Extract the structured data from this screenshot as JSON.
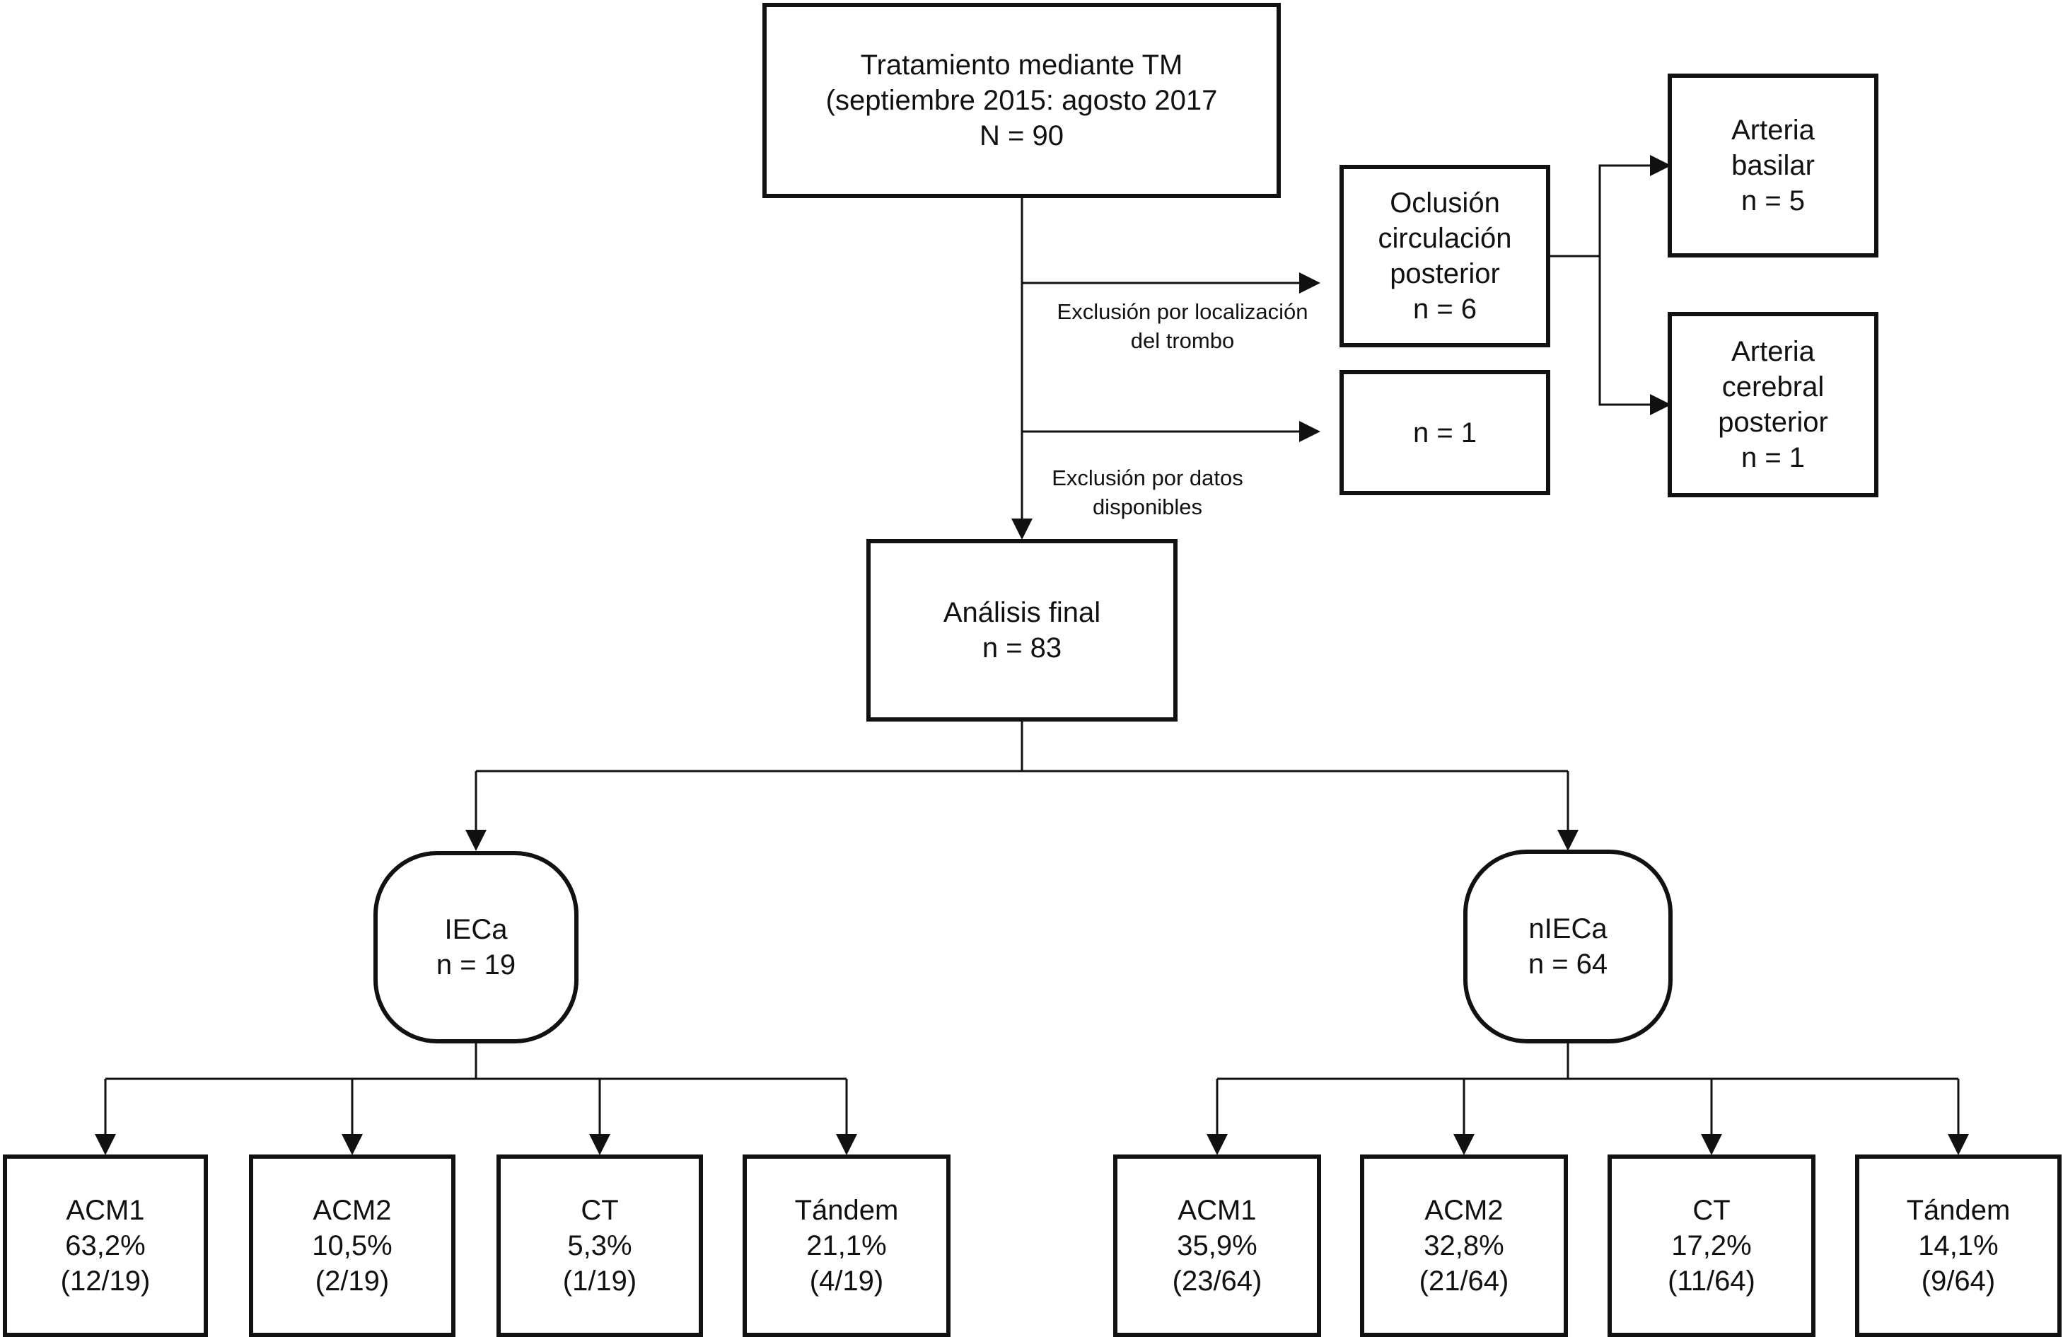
{
  "root": {
    "line1": "Tratamiento mediante TM",
    "line2": "(septiembre 2015: agosto 2017",
    "line3": "N = 90"
  },
  "exclusion_location": {
    "label_line1": "Exclusión por localización",
    "label_line2": "del trombo",
    "box": {
      "line1": "Oclusión",
      "line2": "circulación",
      "line3": "posterior",
      "line4": "n = 6"
    }
  },
  "exclusion_data": {
    "label_line1": "Exclusión por datos",
    "label_line2": "disponibles",
    "box": {
      "line1": "n = 1"
    }
  },
  "basilar": {
    "line1": "Arteria",
    "line2": "basilar",
    "line3": "n = 5"
  },
  "posterior_cerebral": {
    "line1": "Arteria",
    "line2": "cerebral",
    "line3": "posterior",
    "line4": "n = 1"
  },
  "final": {
    "line1": "Análisis final",
    "line2": "n = 83"
  },
  "groups": [
    {
      "name": "IECa",
      "n": "n = 19",
      "children": [
        {
          "label": "ACM1",
          "pct": "63,2%",
          "frac": "(12/19)"
        },
        {
          "label": "ACM2",
          "pct": "10,5%",
          "frac": "(2/19)"
        },
        {
          "label": "CT",
          "pct": "5,3%",
          "frac": "(1/19)"
        },
        {
          "label": "Tándem",
          "pct": "21,1%",
          "frac": "(4/19)"
        }
      ]
    },
    {
      "name": "nIECa",
      "n": "n = 64",
      "children": [
        {
          "label": "ACM1",
          "pct": "35,9%",
          "frac": "(23/64)"
        },
        {
          "label": "ACM2",
          "pct": "32,8%",
          "frac": "(21/64)"
        },
        {
          "label": "CT",
          "pct": "17,2%",
          "frac": "(11/64)"
        },
        {
          "label": "Tándem",
          "pct": "14,1%",
          "frac": "(9/64)"
        }
      ]
    }
  ]
}
